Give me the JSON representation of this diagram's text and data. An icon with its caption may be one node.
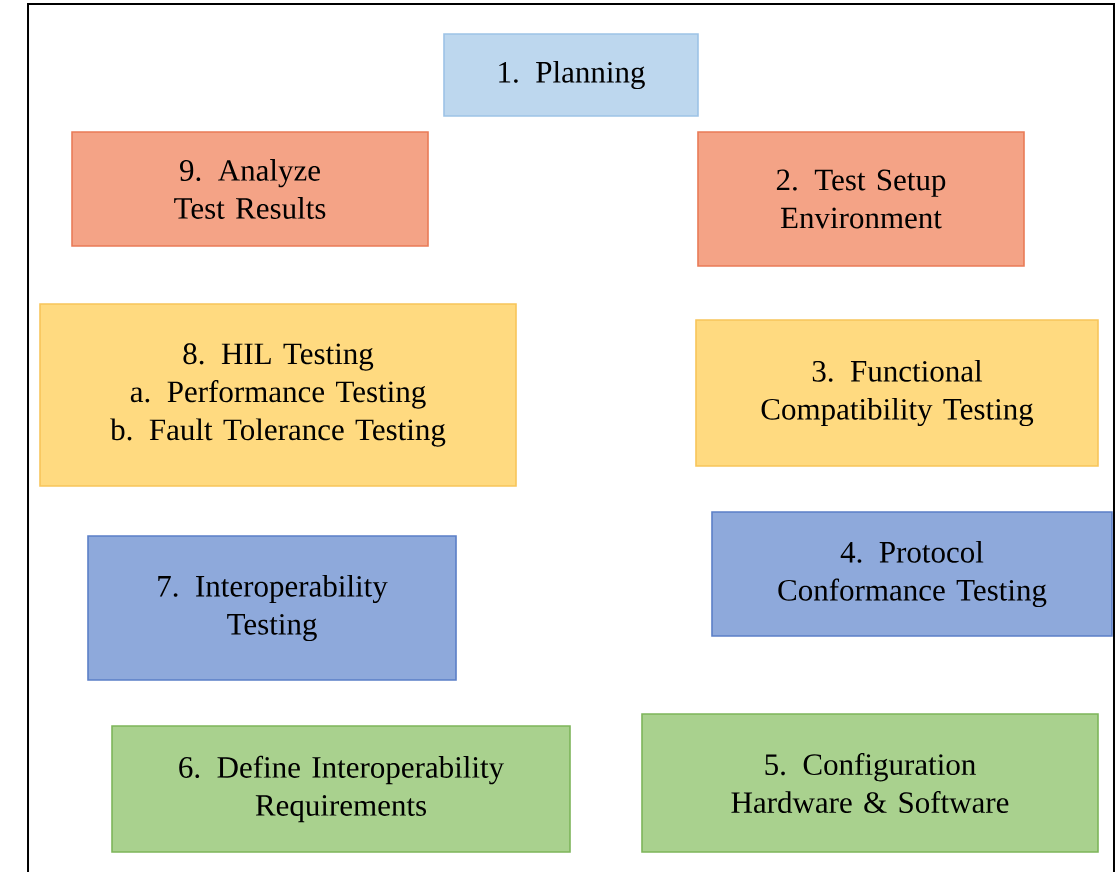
{
  "diagram": {
    "nodes": [
      {
        "text": [
          "1.  Planning"
        ]
      },
      {
        "text": [
          "9. Analyze Test Results"
        ]
      },
      {
        "text": [
          "2. Test Setup Environment"
        ]
      },
      {
        "text": [
          "8. HIL Testing",
          "a. Performance Testing",
          "b. Fault Tolerance Testing"
        ]
      },
      {
        "text": [
          "3. Functional Compatibility Testing"
        ]
      },
      {
        "text": [
          "7. Interoperability Testing"
        ]
      },
      {
        "text": [
          "4. Protocol Conformance Testing"
        ]
      },
      {
        "text": [
          "6. Define Interoperability Requirements"
        ]
      },
      {
        "text": [
          "5. Configuration Hardware & Software"
        ]
      }
    ]
  }
}
